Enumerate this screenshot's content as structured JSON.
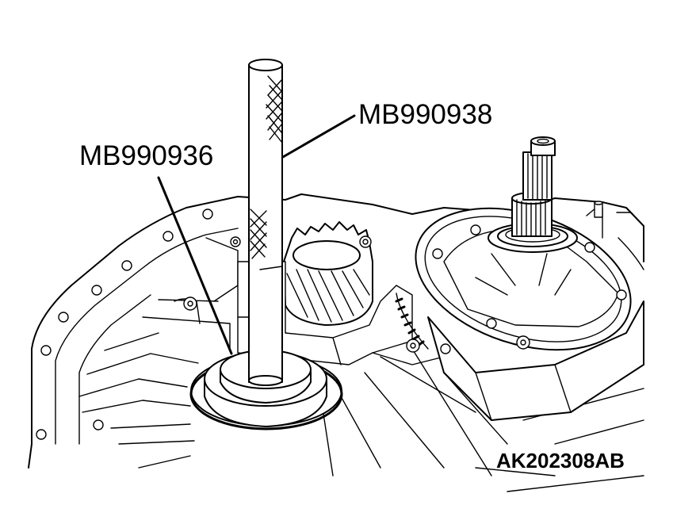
{
  "labels": {
    "tool_upper": "MB990938",
    "tool_lower": "MB990936",
    "figure_code": "AK202308AB"
  },
  "colors": {
    "line": "#000000",
    "background": "#ffffff"
  }
}
